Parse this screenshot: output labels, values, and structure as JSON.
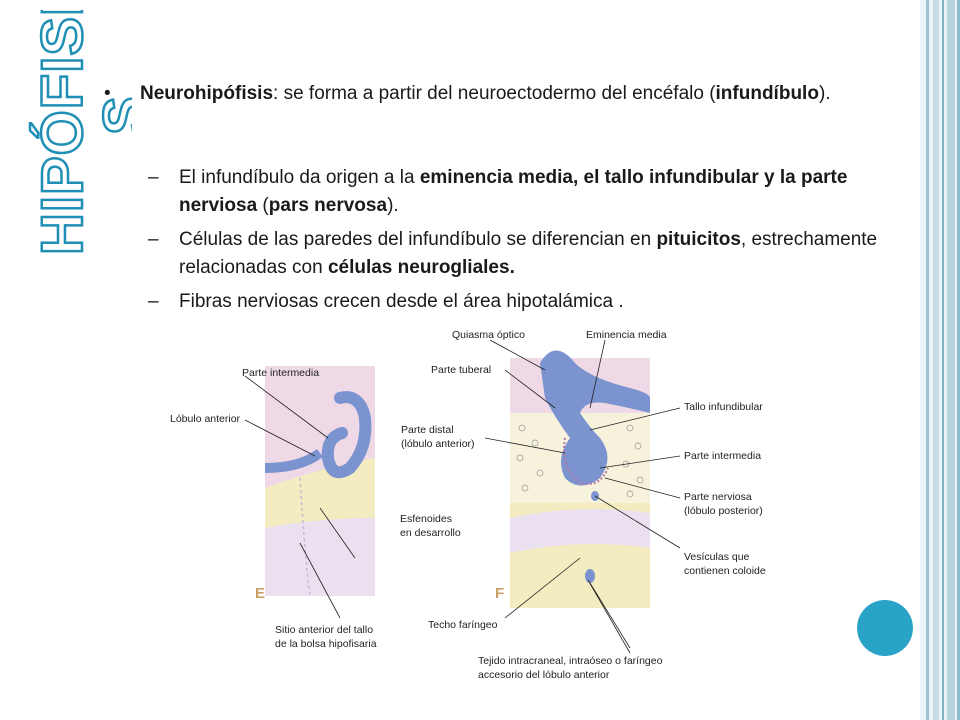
{
  "side_title": {
    "line1": "HIPÓFISI",
    "line2": "S"
  },
  "bullet": {
    "marker": "•",
    "term": "Neurohipófisis",
    "text": ": se forma a partir del neuroectodermo del encéfalo (",
    "term2": "infundíbulo",
    "end": ")."
  },
  "sub_items": [
    {
      "dash": "–",
      "parts": [
        {
          "t": "El infundíbulo da origen a la ",
          "b": false
        },
        {
          "t": "eminencia media, el tallo infundibular y la parte nerviosa",
          "b": true
        },
        {
          "t": " (",
          "b": false
        },
        {
          "t": "pars nervosa",
          "b": true
        },
        {
          "t": ").",
          "b": false
        }
      ]
    },
    {
      "dash": "–",
      "parts": [
        {
          "t": "Células de las paredes del infundíbulo se diferencian en ",
          "b": false
        },
        {
          "t": "pituicitos",
          "b": true
        },
        {
          "t": ", estrechamente relacionadas con ",
          "b": false
        },
        {
          "t": "células neurogliales.",
          "b": true
        }
      ]
    },
    {
      "dash": "–",
      "parts": [
        {
          "t": "Fibras nerviosas crecen desde el área hipotalámica .",
          "b": false
        }
      ]
    }
  ],
  "figure": {
    "panel_e": "E",
    "panel_f": "F",
    "labels": {
      "parte_intermedia_e": "Parte intermedia",
      "lobulo_anterior": "Lóbulo anterior",
      "esfenoides": "Esfenoides",
      "esfenoides2": "en desarrollo",
      "sitio1": "Sitio anterior del tallo",
      "sitio2": "de la bolsa hipofisaria",
      "quiasma": "Quiasma óptico",
      "eminencia": "Eminencia media",
      "tuberal": "Parte tuberal",
      "tallo": "Tallo infundibular",
      "distal1": "Parte distal",
      "distal2": "(lóbulo anterior)",
      "intermedia_f": "Parte intermedia",
      "nerviosa1": "Parte nerviosa",
      "nerviosa2": "(lóbulo posterior)",
      "vesiculas1": "Vesículas que",
      "vesiculas2": "contienen coloide",
      "techo": "Techo faríngeo",
      "tejido1": "Tejido intracraneal, intraóseo o faríngeo",
      "tejido2": "accesorio del lóbulo anterior"
    }
  },
  "colors": {
    "accent_circle": "#2aa3c9",
    "stripe_light": "#c6dde6",
    "stripe_dark": "#7fb4c8",
    "title_fill": "#ffffff",
    "title_stroke": "#1f8fb5",
    "neural_blue": "#7b93cf",
    "tissue_pink": "#efd9e6",
    "bone_yellow": "#f3ecc0"
  }
}
